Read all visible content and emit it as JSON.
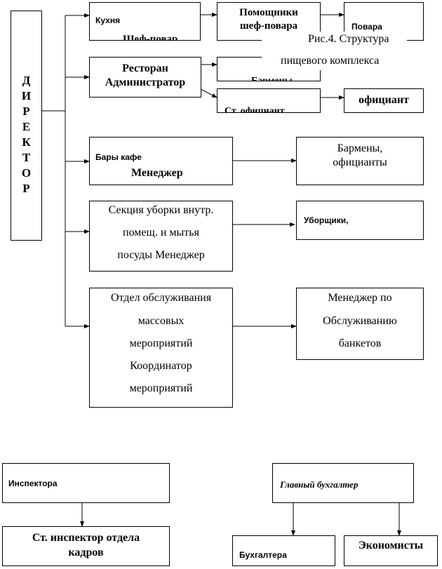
{
  "director": "ДИРЕКТОР",
  "kitchen": {
    "title": "Кухня",
    "head": "Шеф-повар"
  },
  "chef_assistants": [
    "Помощники",
    "шеф-повара"
  ],
  "cooks": "Повара",
  "caption": [
    "Рис.4. Структура",
    "пищевого комплекса"
  ],
  "restaurant": [
    "Ресторан",
    "Администратор"
  ],
  "restaurant_sub1": "Бармены",
  "senior_waiter": "Ст. официант",
  "waiter": "официант",
  "bars": {
    "title": "Бары кафе",
    "head": "Менеджер"
  },
  "bartenders": [
    "Бармены,",
    "официанты"
  ],
  "cleaning": [
    "Секция уборки внутр.",
    "помещ. и мытья",
    "посуды Менеджер"
  ],
  "cleaners": "Уборщики,",
  "events": [
    "Отдел обслуживания",
    "массовых",
    "мероприятий",
    "Координатор",
    "мероприятий"
  ],
  "banquet": [
    "Менеджер по",
    "Обслуживанию",
    "банкетов"
  ],
  "inspectors": "Инспектора",
  "senior_inspector": [
    "Ст. инспектор отдела",
    "кадров"
  ],
  "chief_accountant": "Главный бухгалтер",
  "accountants": "Бухгалтера",
  "economists": "Экономисты"
}
